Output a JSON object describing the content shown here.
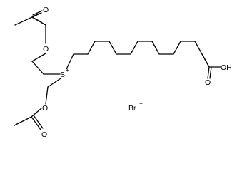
{
  "molecule": {
    "cation_center": "S",
    "cation_charge": "+",
    "atoms": {
      "o_top_carbonyl": "O",
      "o_top_ester": "O",
      "o_bottom_ester": "O",
      "o_bottom_carbonyl": "O",
      "o_acid_carbonyl": "O",
      "oh_acid": "OH"
    },
    "counter_ion": {
      "symbol": "Br",
      "charge": "−"
    }
  }
}
